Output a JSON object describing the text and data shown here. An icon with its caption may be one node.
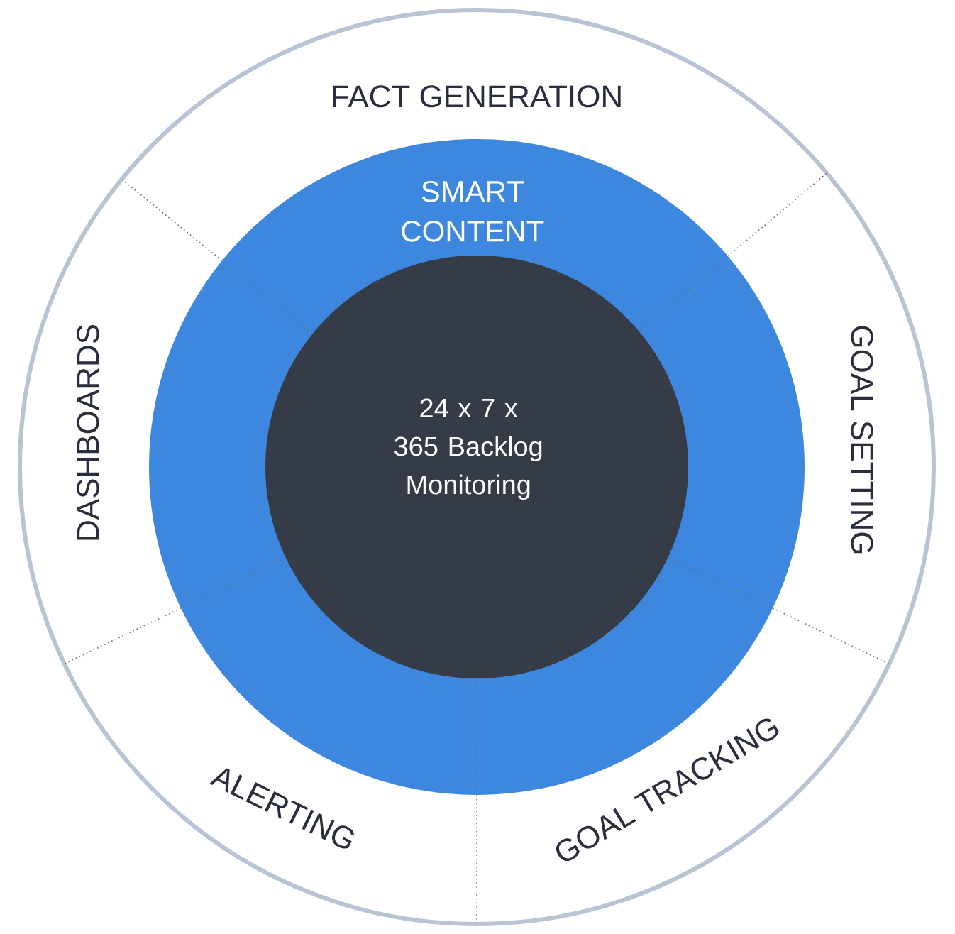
{
  "diagram": {
    "nodes": [
      {
        "text": [],
        "shape": "circle"
      },
      {
        "text": [
          "FACT GENERATION"
        ],
        "in": 0
      },
      {
        "text": [
          "SMART CONTENT"
        ],
        "in": 0
      },
      {
        "text": [
          "24 x 7 x 365 Backlog Monitoring"
        ],
        "in": 2
      },
      {
        "text": [
          "DASHBOARDS"
        ],
        "in": 0
      },
      {
        "text": [
          "GOAL SETTING"
        ],
        "in": 0
      },
      {
        "text": [
          "ALERTING"
        ],
        "in": 0
      },
      {
        "text": [
          "GOAL TRACKING"
        ],
        "in": 0
      }
    ]
  }
}
